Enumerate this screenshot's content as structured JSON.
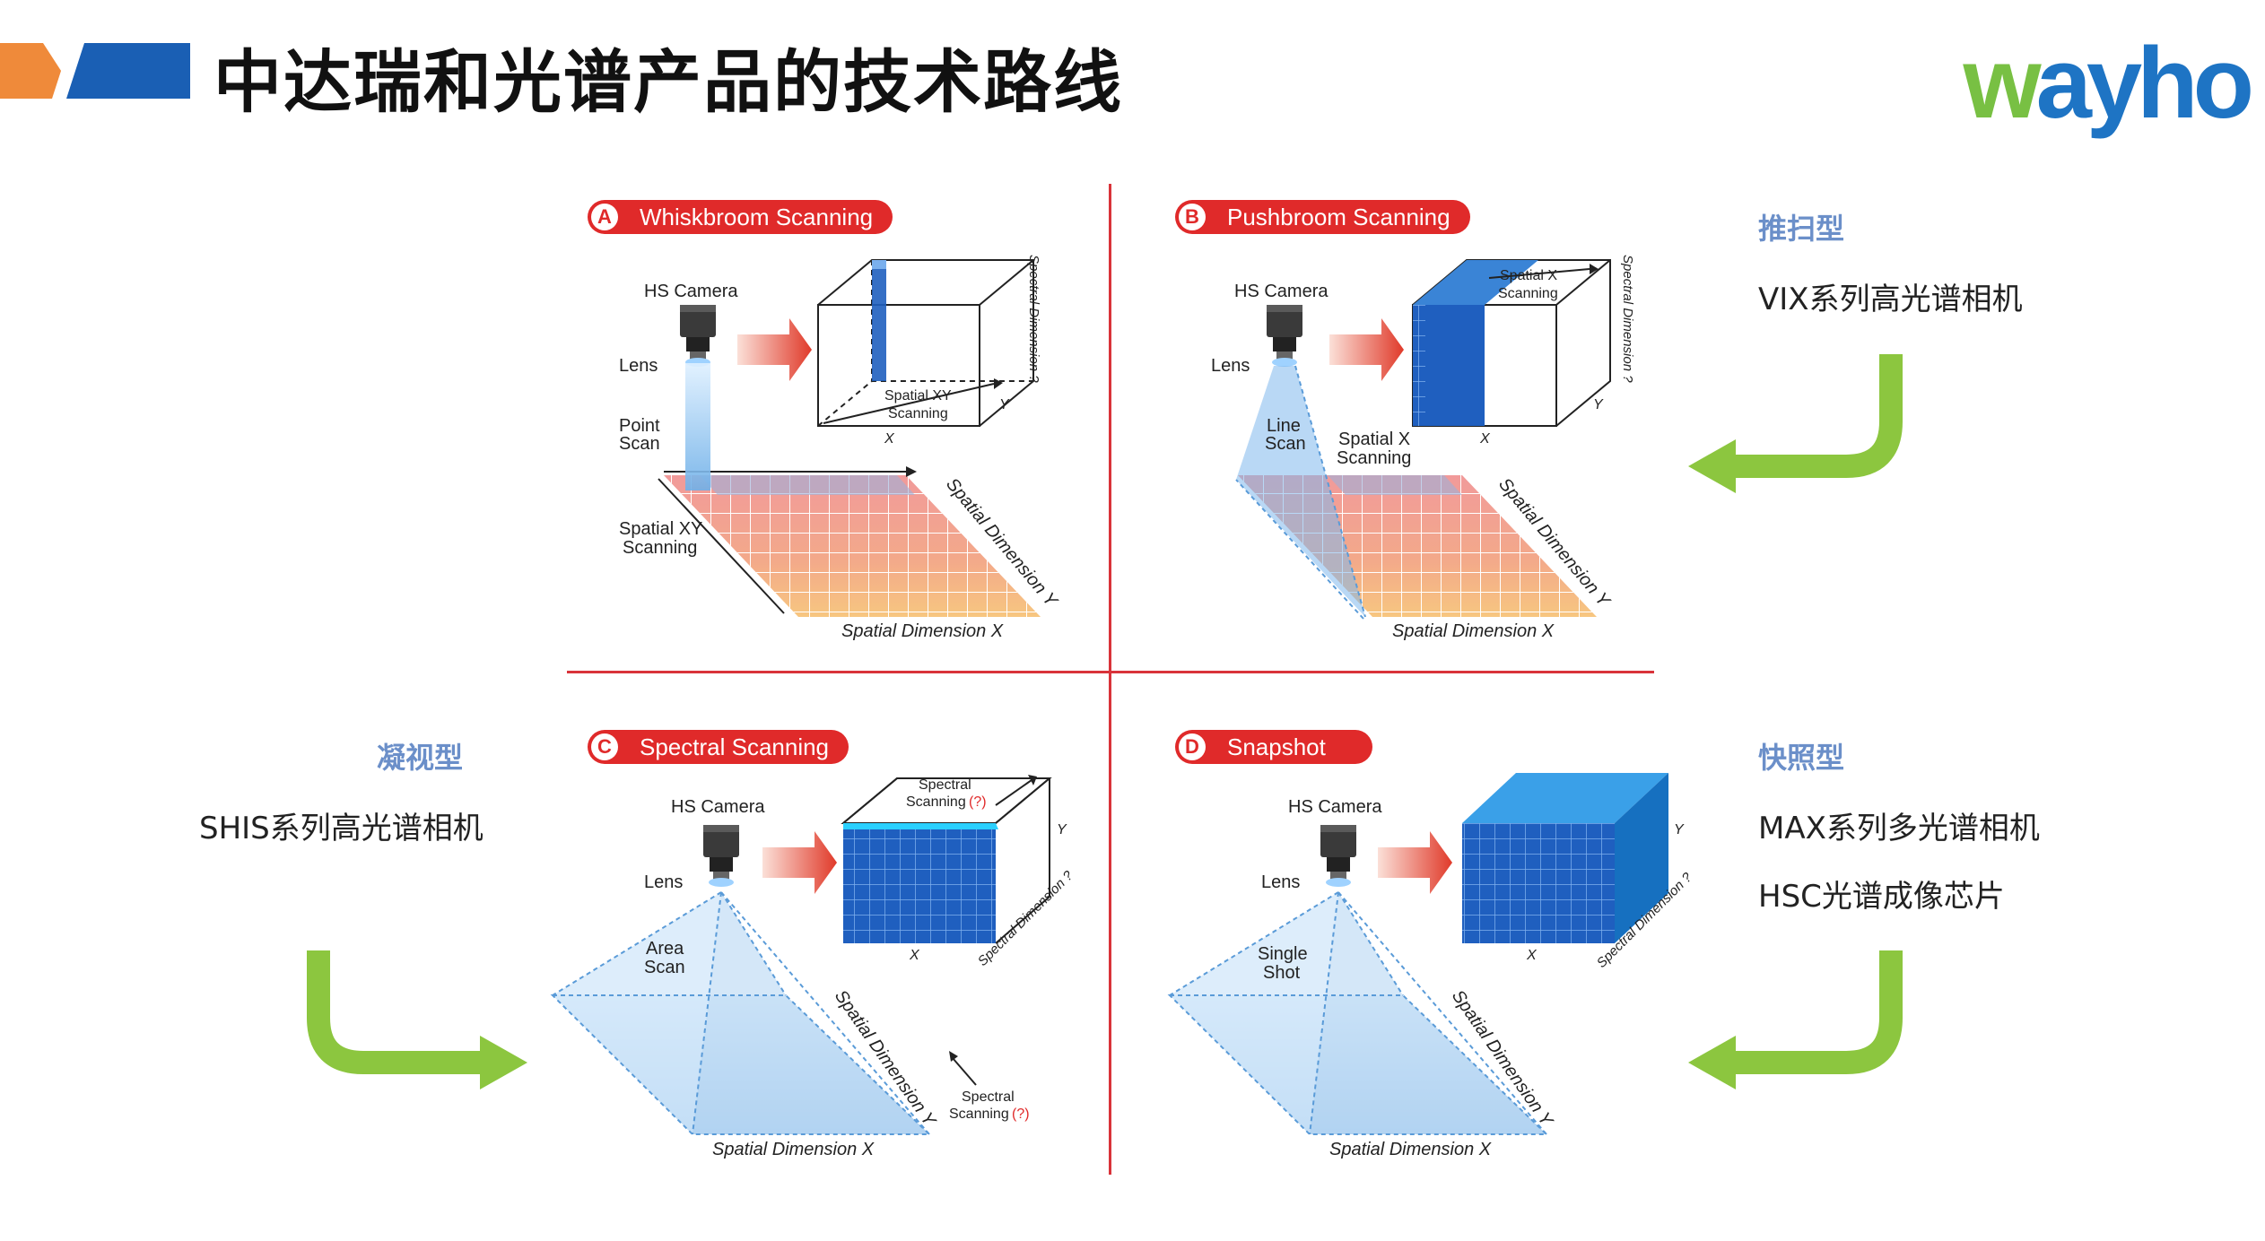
{
  "header": {
    "title": "中达瑞和光谱产品的技术路线",
    "logo_text": "wayho",
    "brand_orange": "#ef8a3a",
    "brand_blue": "#1a5fb4"
  },
  "panels": [
    {
      "letter": "A",
      "name": "Whiskbroom Scanning",
      "labels": {
        "camera": "HS Camera",
        "lens": "Lens",
        "scan": "Point Scan",
        "scan_l1": "Point",
        "scan_l2": "Scan",
        "mode_l1": "Spatial XY",
        "mode_l2": "Scanning",
        "cube_l1": "Spatial XY",
        "cube_l2": "Scanning",
        "cube_x": "X",
        "cube_y": "Y",
        "cube_spectral": "Spectral Dimension ?",
        "dim_x": "Spatial Dimension X",
        "dim_y": "Spatial Dimension Y"
      }
    },
    {
      "letter": "B",
      "name": "Pushbroom Scanning",
      "labels": {
        "camera": "HS Camera",
        "lens": "Lens",
        "scan_l1": "Line",
        "scan_l2": "Scan",
        "mode_l1": "Spatial X",
        "mode_l2": "Scanning",
        "cube_l1": "Spatial X",
        "cube_l2": "Scanning",
        "cube_x": "X",
        "cube_y": "Y",
        "cube_spectral": "Spectral Dimension ?",
        "dim_x": "Spatial Dimension X",
        "dim_y": "Spatial Dimension Y"
      }
    },
    {
      "letter": "C",
      "name": "Spectral Scanning",
      "labels": {
        "camera": "HS Camera",
        "lens": "Lens",
        "scan_l1": "Area",
        "scan_l2": "Scan",
        "cube_l1": "Spectral",
        "cube_l2": "Scanning",
        "cube_q": "(?)",
        "cube_x": "X",
        "cube_y": "Y",
        "cube_spectral": "Spectral Dimension ?",
        "side_l1": "Spectral",
        "side_l2": "Scanning",
        "side_q": "(?)",
        "dim_x": "Spatial Dimension X",
        "dim_y": "Spatial Dimension Y"
      }
    },
    {
      "letter": "D",
      "name": "Snapshot",
      "labels": {
        "camera": "HS Camera",
        "lens": "Lens",
        "scan_l1": "Single",
        "scan_l2": "Shot",
        "cube_x": "X",
        "cube_y": "Y",
        "cube_spectral": "Spectral Dimension ?",
        "dim_x": "Spatial Dimension X",
        "dim_y": "Spatial Dimension Y"
      }
    }
  ],
  "side": {
    "pushbroom_head": "推扫型",
    "pushbroom_item": "VIX系列高光谱相机",
    "staring_head": "凝视型",
    "staring_item": "SHIS系列高光谱相机",
    "snapshot_head": "快照型",
    "snapshot_item1": "MAX系列多光谱相机",
    "snapshot_item2": "HSC光谱成像芯片"
  },
  "colors": {
    "badge_red": "#e02a2a",
    "divider_red": "#d9333a",
    "arrow_green": "#8cc63f",
    "side_head_blue": "#6b8fc9",
    "cube_blue": "#1f5fbf"
  }
}
